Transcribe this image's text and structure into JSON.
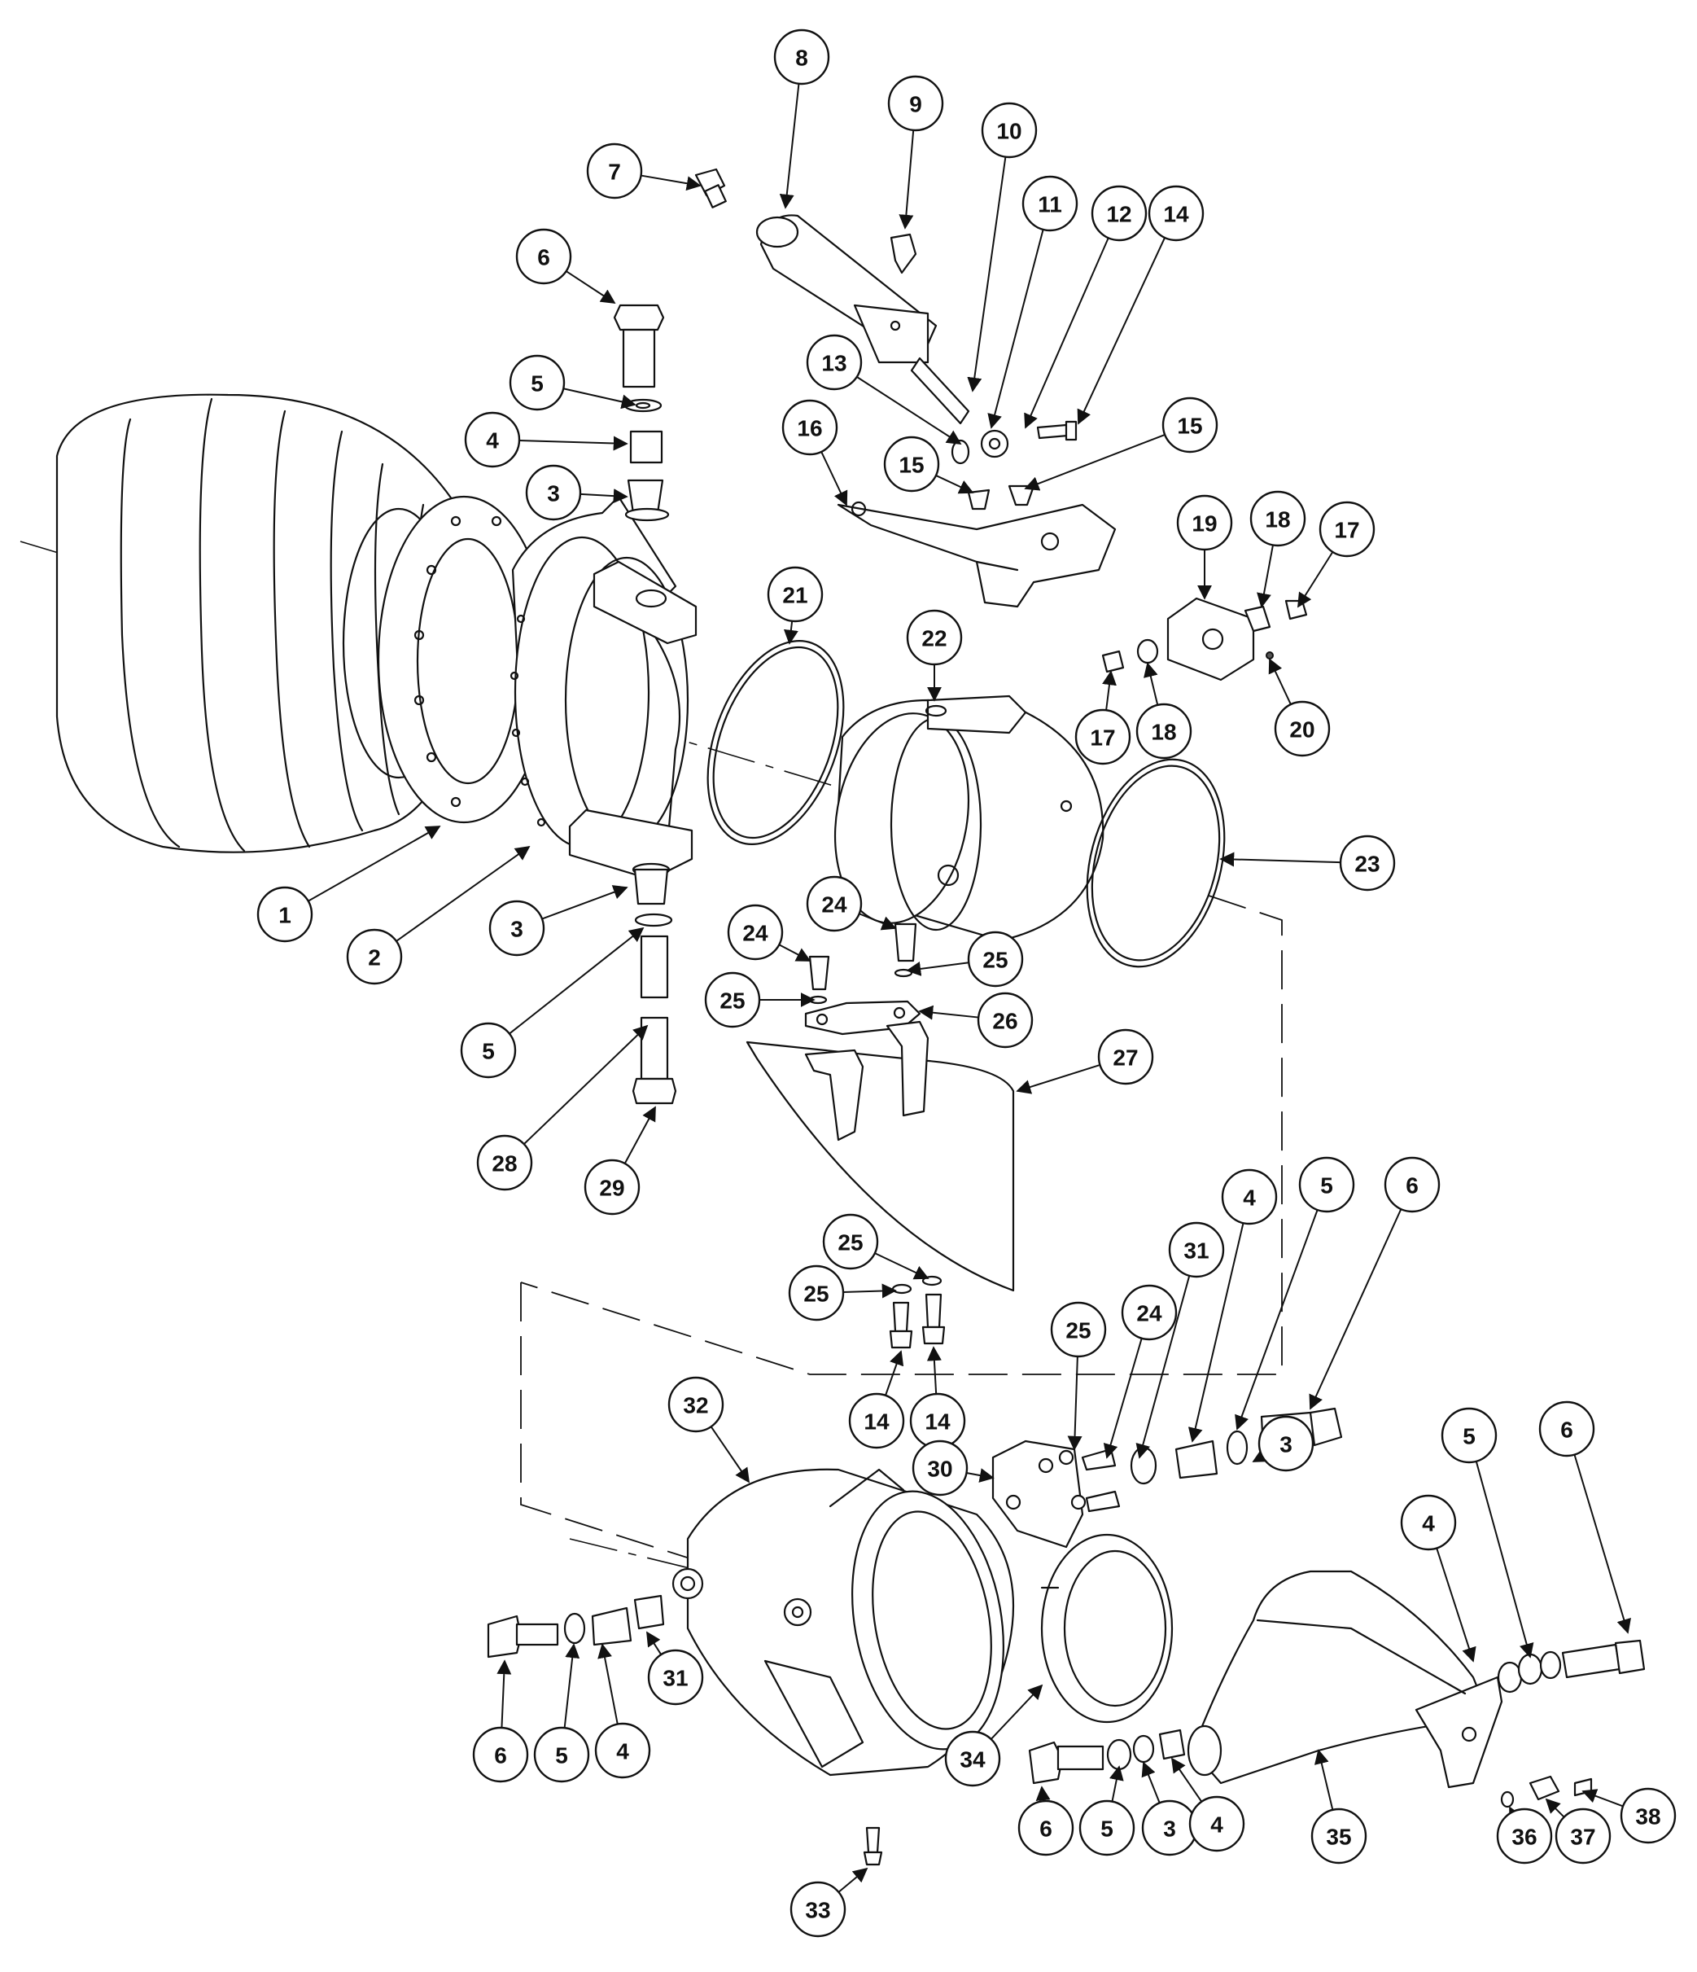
{
  "callouts": [
    "1",
    "2",
    "3",
    "3",
    "3",
    "3",
    "4",
    "4",
    "4",
    "4",
    "4",
    "5",
    "5",
    "5",
    "5",
    "5",
    "5",
    "6",
    "6",
    "6",
    "6",
    "6",
    "7",
    "8",
    "9",
    "10",
    "11",
    "12",
    "13",
    "14",
    "14",
    "14",
    "15",
    "15",
    "16",
    "17",
    "17",
    "18",
    "18",
    "19",
    "20",
    "21",
    "22",
    "23",
    "24",
    "24",
    "24",
    "25",
    "25",
    "25",
    "25",
    "25",
    "26",
    "27",
    "28",
    "29",
    "30",
    "31",
    "31",
    "32",
    "33",
    "34",
    "35",
    "36",
    "37",
    "38"
  ],
  "colors": {
    "line": "#111111",
    "background": "#ffffff"
  }
}
